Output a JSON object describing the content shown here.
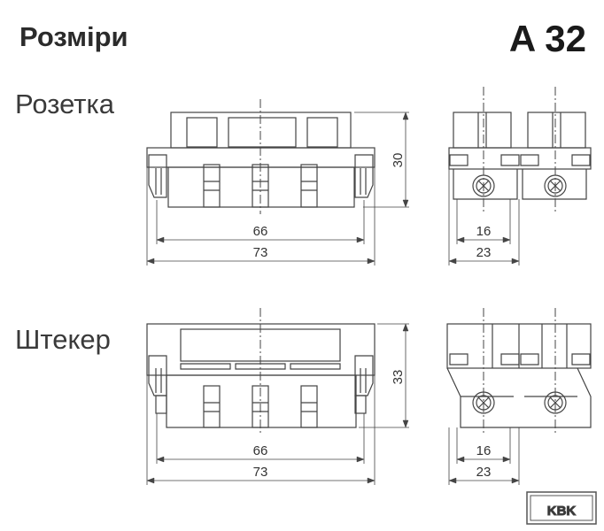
{
  "header": {
    "title": "Розміри",
    "code": "A 32"
  },
  "views": {
    "socket": {
      "label": "Розетка",
      "dim_inner_width": "66",
      "dim_outer_width": "73",
      "dim_height": "30",
      "dim_pitch": "16",
      "dim_depth": "23"
    },
    "plug": {
      "label": "Штекер",
      "dim_inner_width": "66",
      "dim_outer_width": "73",
      "dim_height": "33",
      "dim_pitch": "16",
      "dim_depth": "23"
    }
  },
  "logo": {
    "text": "KBK"
  }
}
